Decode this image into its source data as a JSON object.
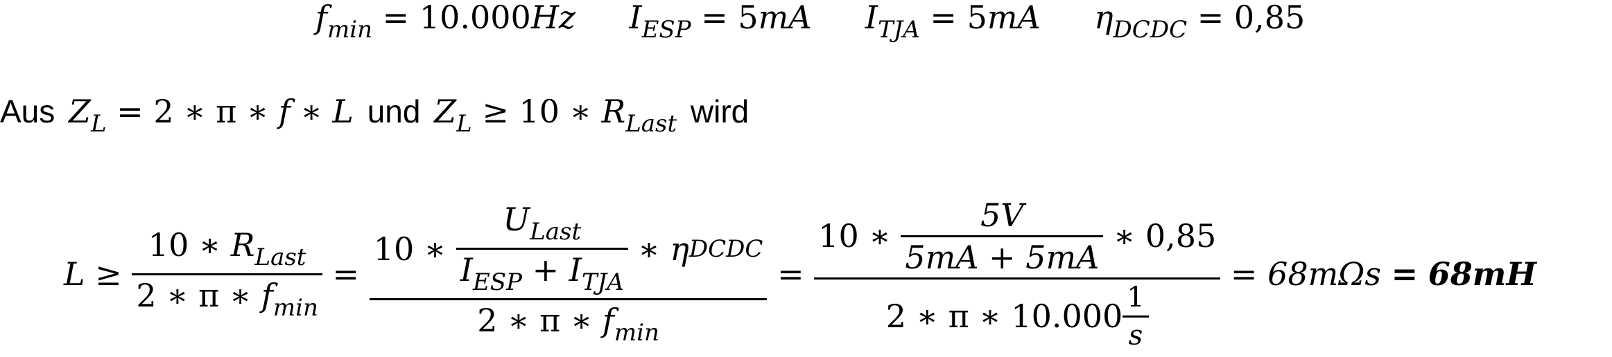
{
  "line1": {
    "f_symbol": "f",
    "f_sub": "min",
    "f_value": "10.000",
    "f_unit": "Hz",
    "i_esp_symbol": "I",
    "i_esp_sub": "ESP",
    "i_esp_value": "5",
    "i_esp_unit": "mA",
    "i_tja_symbol": "I",
    "i_tja_sub": "TJA",
    "i_tja_value": "5",
    "i_tja_unit": "mA",
    "eta_symbol": "η",
    "eta_sub": "DCDC",
    "eta_value": "0,85"
  },
  "line2": {
    "aus": "Aus",
    "und": "und",
    "wird": "wird",
    "zl_symbol": "Z",
    "zl_sub": "L",
    "two": "2",
    "pi": "π",
    "f": "f",
    "l": "L",
    "ten": "10",
    "r_symbol": "R",
    "r_sub": "Last"
  },
  "line3": {
    "l": "L",
    "ten": "10",
    "r_symbol": "R",
    "r_sub": "Last",
    "two": "2",
    "pi": "π",
    "f": "f",
    "f_sub": "min",
    "u_symbol": "U",
    "u_sub": "Last",
    "i_esp_symbol": "I",
    "i_esp_sub": "ESP",
    "i_tja_symbol": "I",
    "i_tja_sub": "TJA",
    "eta_symbol": "η",
    "eta_sub": "DCDC",
    "five_v": "5V",
    "five_ma": "5mA",
    "eta_value": "0,85",
    "f_value": "10.000",
    "one": "1",
    "s": "s",
    "intermediate": "68mΩs",
    "result": "68mH"
  }
}
